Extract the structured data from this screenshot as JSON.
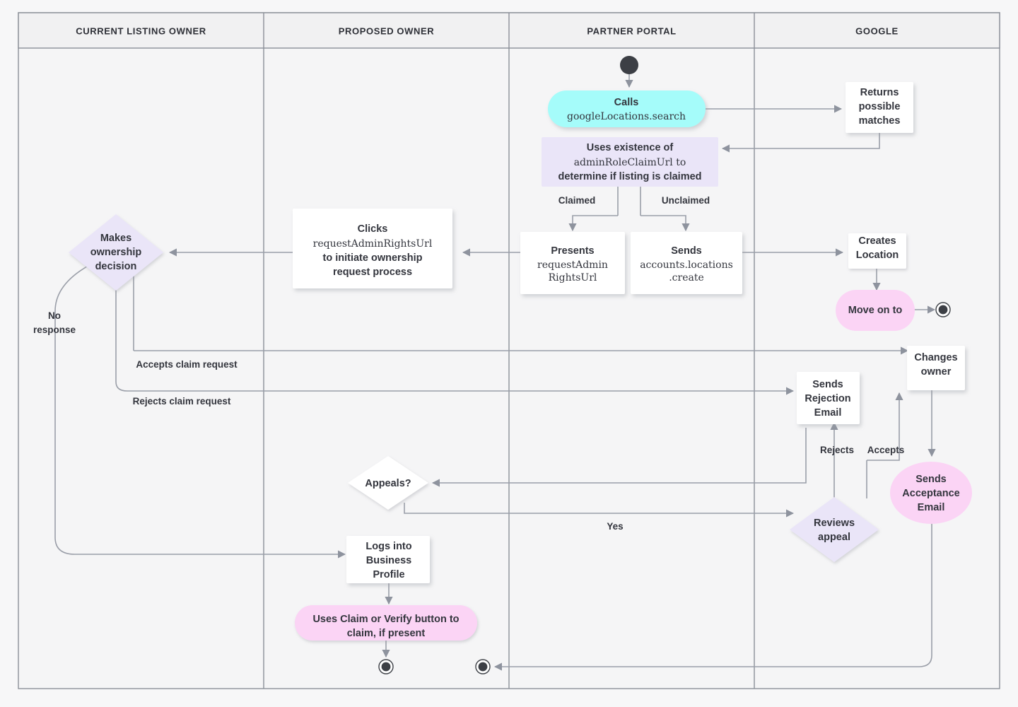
{
  "diagram": {
    "title": "Google Business Profile listing ownership transfer flow",
    "background_color": "#f7f7f8",
    "lane_header_fill": "#f1f1f2",
    "edge_color": "#9a9ea8",
    "text_color": "#33353d"
  },
  "lanes": [
    {
      "id": "current-listing-owner",
      "label": "CURRENT LISTING OWNER"
    },
    {
      "id": "proposed-owner",
      "label": "PROPOSED OWNER"
    },
    {
      "id": "partner-portal",
      "label": "PARTNER PORTAL"
    },
    {
      "id": "google",
      "label": "GOOGLE"
    }
  ],
  "palette": {
    "cyan": "#a5fcfa",
    "pink": "#fbd4f5",
    "lavender": "#eae5f8",
    "white": "#ffffff",
    "node_stroke": "none",
    "terminal": "#3c3f45"
  },
  "nodes": {
    "start": {
      "kind": "start-node",
      "label": ""
    },
    "calls_search": {
      "kind": "rounded-pill",
      "color": "cyan",
      "lines": [
        {
          "text": "Calls",
          "style": "bold"
        },
        {
          "text": "googleLocations.search",
          "style": "mono"
        }
      ]
    },
    "returns_matches": {
      "kind": "rect",
      "color": "white",
      "lines": [
        {
          "text": "Returns",
          "style": "bold"
        },
        {
          "text": "possible",
          "style": "bold"
        },
        {
          "text": "matches",
          "style": "bold"
        }
      ]
    },
    "uses_existence": {
      "kind": "rect",
      "color": "lavender",
      "lines": [
        {
          "text": "Uses existence of",
          "style": "bold"
        },
        {
          "text": "adminRoleClaimUrl to",
          "style": "mixed-mono-bold"
        },
        {
          "text": "determine if listing is claimed",
          "style": "bold"
        }
      ]
    },
    "presents_url": {
      "kind": "rect",
      "color": "white",
      "lines": [
        {
          "text": "Presents",
          "style": "bold"
        },
        {
          "text": "requestAdmin",
          "style": "mono"
        },
        {
          "text": "RightsUrl",
          "style": "mono"
        }
      ]
    },
    "sends_create": {
      "kind": "rect",
      "color": "white",
      "lines": [
        {
          "text": "Sends",
          "style": "bold"
        },
        {
          "text": "accounts.locations",
          "style": "mono"
        },
        {
          "text": ".create",
          "style": "mono"
        }
      ]
    },
    "creates_location": {
      "kind": "rect",
      "color": "white",
      "lines": [
        {
          "text": "Creates",
          "style": "bold"
        },
        {
          "text": "Location",
          "style": "bold"
        }
      ]
    },
    "move_on_to": {
      "kind": "rounded-pill",
      "color": "pink",
      "lines": [
        {
          "text": "Move on to",
          "style": "bold"
        }
      ]
    },
    "end_google": {
      "kind": "end-node",
      "label": ""
    },
    "clicks_request": {
      "kind": "rect",
      "color": "white",
      "lines": [
        {
          "text": "Clicks",
          "style": "bold"
        },
        {
          "text": "requestAdminRightsUrl",
          "style": "mono"
        },
        {
          "text": "to initiate ownership",
          "style": "bold"
        },
        {
          "text": "request process",
          "style": "bold"
        }
      ]
    },
    "makes_decision": {
      "kind": "diamond",
      "color": "lavender",
      "lines": [
        {
          "text": "Makes",
          "style": "bold"
        },
        {
          "text": "ownership",
          "style": "bold"
        },
        {
          "text": "decision",
          "style": "bold"
        }
      ]
    },
    "changes_owner": {
      "kind": "rect",
      "color": "white",
      "lines": [
        {
          "text": "Changes",
          "style": "bold"
        },
        {
          "text": "owner",
          "style": "bold"
        }
      ]
    },
    "sends_rejection": {
      "kind": "rect",
      "color": "white",
      "lines": [
        {
          "text": "Sends",
          "style": "bold"
        },
        {
          "text": "Rejection",
          "style": "bold"
        },
        {
          "text": "Email",
          "style": "bold"
        }
      ]
    },
    "sends_acceptance": {
      "kind": "rounded-pill",
      "color": "pink",
      "lines": [
        {
          "text": "Sends",
          "style": "bold"
        },
        {
          "text": "Acceptance",
          "style": "bold"
        },
        {
          "text": "Email",
          "style": "bold"
        }
      ]
    },
    "appeals": {
      "kind": "diamond",
      "color": "white",
      "lines": [
        {
          "text": "Appeals?",
          "style": "bold"
        }
      ]
    },
    "reviews_appeal": {
      "kind": "diamond",
      "color": "lavender",
      "lines": [
        {
          "text": "Reviews",
          "style": "bold"
        },
        {
          "text": "appeal",
          "style": "bold"
        }
      ]
    },
    "logs_into": {
      "kind": "rect",
      "color": "white",
      "lines": [
        {
          "text": "Logs into",
          "style": "bold"
        },
        {
          "text": "Business",
          "style": "bold"
        },
        {
          "text": "Profile",
          "style": "bold"
        }
      ]
    },
    "uses_claim": {
      "kind": "rounded-pill",
      "color": "pink",
      "lines": [
        {
          "text": "Uses Claim or Verify button to",
          "style": "bold"
        },
        {
          "text": "claim, if present",
          "style": "bold"
        }
      ]
    },
    "end_proposed": {
      "kind": "end-node",
      "label": ""
    },
    "end_portal": {
      "kind": "end-node",
      "label": ""
    }
  },
  "edge_labels": {
    "claimed": "Claimed",
    "unclaimed": "Unclaimed",
    "no_response": {
      "line1": "No",
      "line2": "response"
    },
    "accepts_claim": "Accepts claim request",
    "rejects_claim": "Rejects claim request",
    "rejects": "Rejects",
    "accepts": "Accepts",
    "yes": "Yes"
  }
}
